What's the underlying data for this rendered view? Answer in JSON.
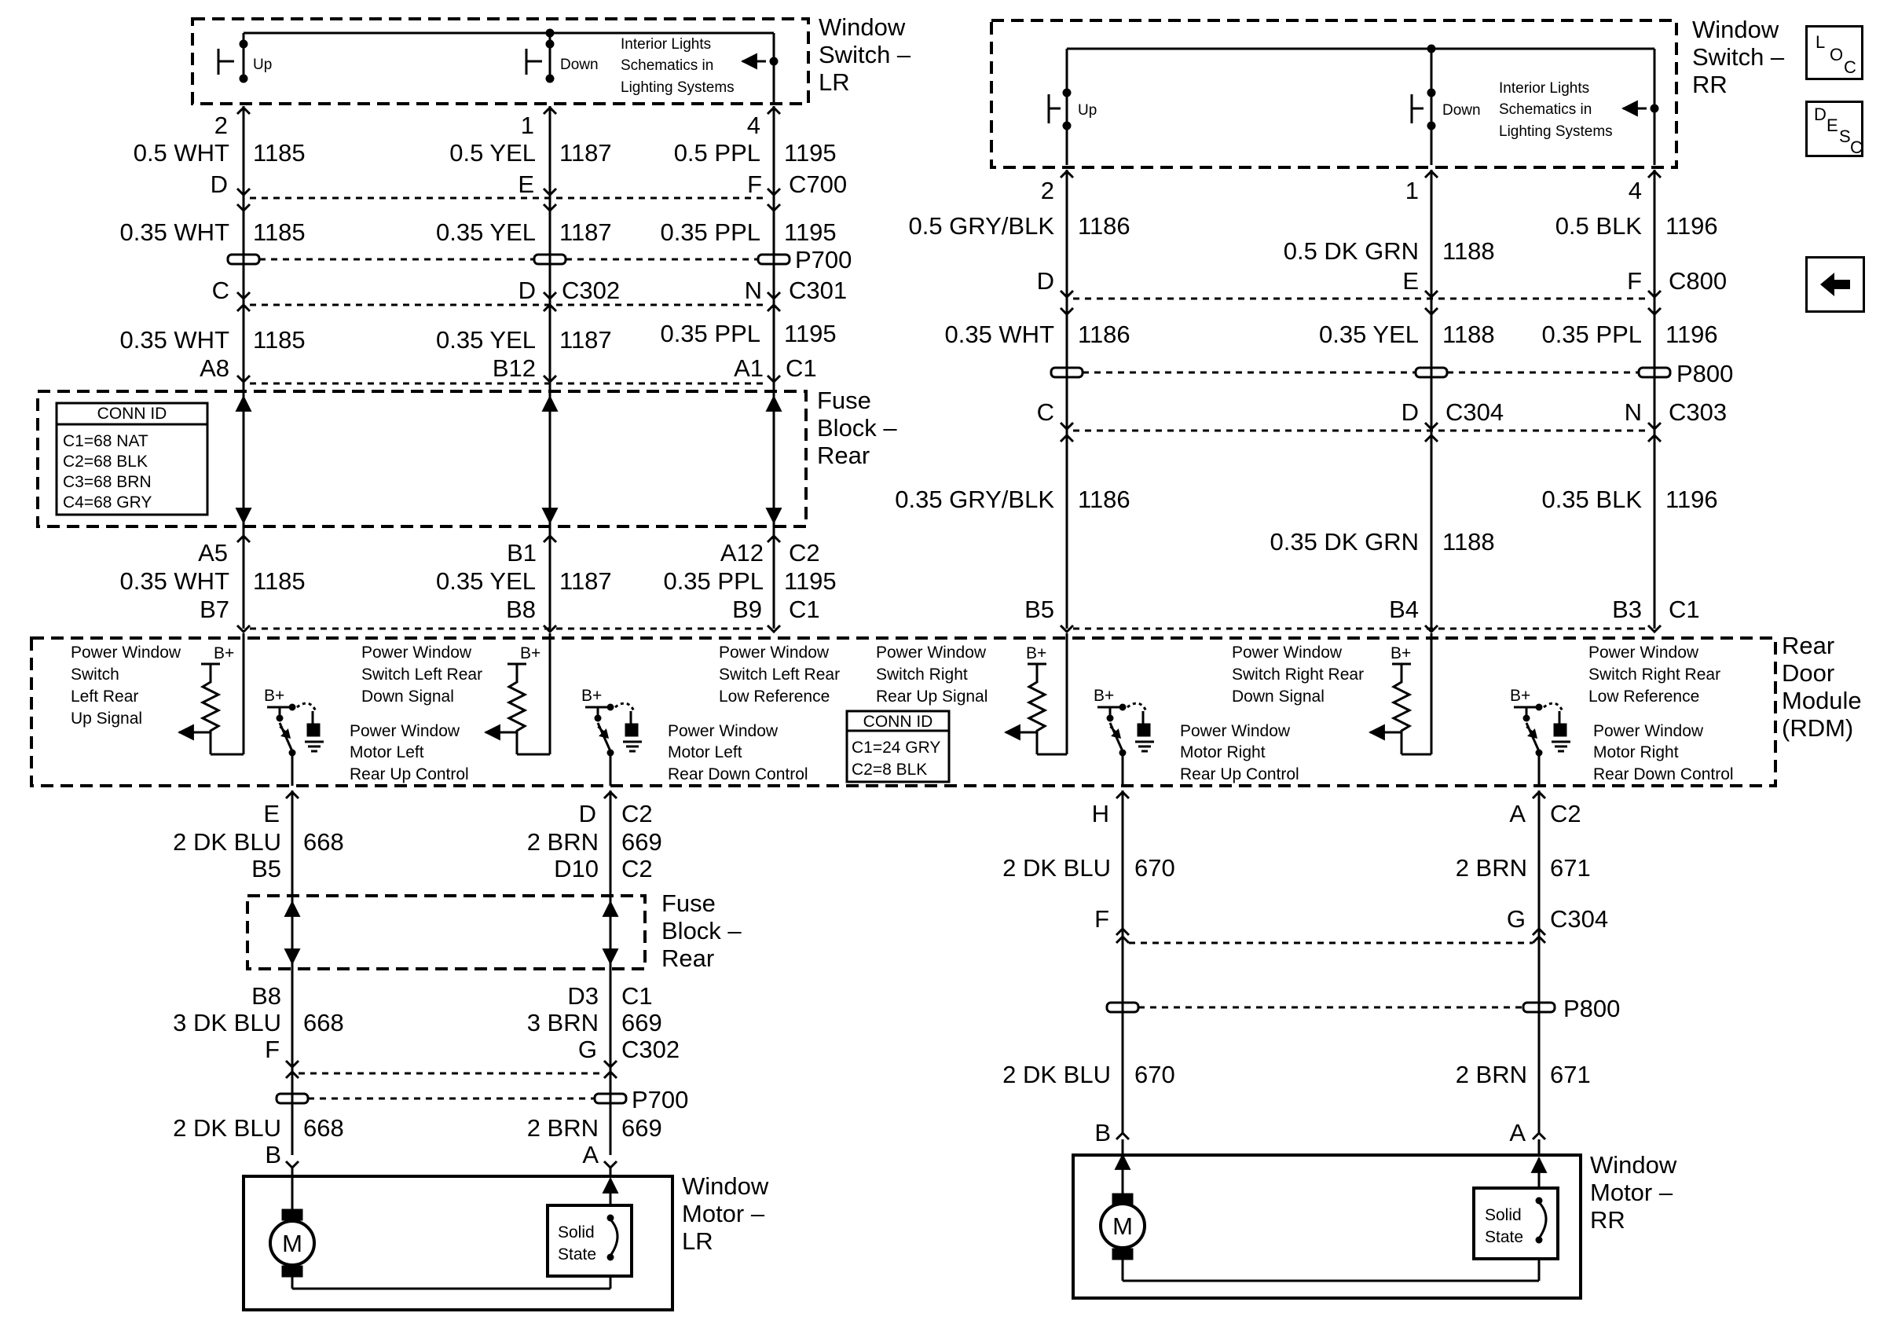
{
  "nav": {
    "loc": [
      "L",
      "O",
      "C"
    ],
    "desc": [
      "D",
      "E",
      "S",
      "C"
    ],
    "back_icon": "back-arrow-icon"
  },
  "lr": {
    "switch": {
      "name": [
        "Window",
        "Switch –",
        "LR"
      ],
      "up": "Up",
      "down": "Down",
      "note": [
        "Interior Lights",
        "Schematics in",
        "Lighting Systems"
      ]
    },
    "row1": {
      "pins": [
        "2",
        "1",
        "4"
      ],
      "wires": [
        "0.5 WHT",
        "0.5 YEL",
        "0.5 PPL"
      ],
      "circuits": [
        "1185",
        "1187",
        "1195"
      ]
    },
    "row2": {
      "pins": [
        "D",
        "E",
        "F"
      ],
      "connector": "C700"
    },
    "row3": {
      "wires": [
        "0.35 WHT",
        "0.35 YEL",
        "0.35 PPL"
      ],
      "circuits": [
        "1185",
        "1187",
        "1195"
      ],
      "splice": "P700"
    },
    "row4": {
      "pins": [
        "C",
        "D",
        "N"
      ],
      "connectors": [
        "C302",
        "C301"
      ]
    },
    "row5": {
      "wires": [
        "0.35 WHT",
        "0.35 YEL",
        "0.35 PPL"
      ],
      "circuits": [
        "1185",
        "1187",
        "1195"
      ]
    },
    "row6": {
      "pins": [
        "A8",
        "B12",
        "A1"
      ],
      "connector": "C1"
    },
    "fuse_block": {
      "name": [
        "Fuse",
        "Block –",
        "Rear"
      ]
    },
    "conn_id": {
      "title": "CONN ID",
      "lines": [
        "C1=68 NAT",
        "C2=68 BLK",
        "C3=68 BRN",
        "C4=68 GRY"
      ]
    },
    "row7": {
      "pins": [
        "A5",
        "B1",
        "A12"
      ],
      "connector": "C2"
    },
    "row8": {
      "wires": [
        "0.35 WHT",
        "0.35 YEL",
        "0.35 PPL"
      ],
      "circuits": [
        "1185",
        "1187",
        "1195"
      ]
    },
    "row9": {
      "pins": [
        "B7",
        "B8",
        "B9"
      ],
      "connector": "C1"
    }
  },
  "rr": {
    "switch": {
      "name": [
        "Window",
        "Switch –",
        "RR"
      ],
      "up": "Up",
      "down": "Down",
      "note": [
        "Interior Lights",
        "Schematics in",
        "Lighting Systems"
      ]
    },
    "row1": {
      "pins": [
        "2",
        "1",
        "4"
      ],
      "wires": [
        "0.5 GRY/BLK",
        "0.5 DK GRN",
        "0.5 BLK"
      ],
      "circuits": [
        "1186",
        "1188",
        "1196"
      ]
    },
    "row2": {
      "pins": [
        "D",
        "E",
        "F"
      ],
      "connector": "C800"
    },
    "row3": {
      "wires": [
        "0.35 WHT",
        "0.35 YEL",
        "0.35 PPL"
      ],
      "circuits": [
        "1186",
        "1188",
        "1196"
      ],
      "splice": "P800"
    },
    "row4": {
      "pins": [
        "C",
        "D",
        "N"
      ],
      "connectors": [
        "C304",
        "C303"
      ]
    },
    "row5": {
      "wires": [
        "0.35 GRY/BLK",
        "0.35 DK GRN",
        "0.35 BLK"
      ],
      "circuits": [
        "1186",
        "1188",
        "1196"
      ]
    },
    "row6": {
      "pins": [
        "B5",
        "B4",
        "B3"
      ],
      "connector": "C1"
    }
  },
  "rdm": {
    "name": [
      "Rear",
      "Door",
      "Module",
      "(RDM)"
    ],
    "bplus": "B+",
    "labels": {
      "lr_up_signal": [
        "Power Window",
        "Switch",
        "Left Rear",
        "Up Signal"
      ],
      "lr_down_signal": [
        "Power Window",
        "Switch Left Rear",
        "Down Signal"
      ],
      "left_low_ref": [
        "Power Window",
        "Switch Left Rear",
        "Low Reference"
      ],
      "rr_up_signal": [
        "Power Window",
        "Switch Right",
        "Rear Up Signal"
      ],
      "rr_down_signal": [
        "Power Window",
        "Switch Right Rear",
        "Down Signal"
      ],
      "right_low_ref": [
        "Power Window",
        "Switch Right Rear",
        "Low Reference"
      ],
      "motor_left_up": [
        "Power Window",
        "Motor Left",
        "Rear Up Control"
      ],
      "motor_left_down": [
        "Power Window",
        "Motor Left",
        "Rear Down Control"
      ],
      "motor_right_up": [
        "Power Window",
        "Motor Right",
        "Rear Up Control"
      ],
      "motor_right_down": [
        "Power Window",
        "Motor Right",
        "Rear Down Control"
      ]
    },
    "conn_id": {
      "title": "CONN ID",
      "lines": [
        "C1=24 GRY",
        "C2=8 BLK"
      ]
    }
  },
  "lr_motor": {
    "row1": {
      "pins": [
        "E",
        "D"
      ],
      "connector": "C2"
    },
    "row2": {
      "wires": [
        "2 DK BLU",
        "2 BRN"
      ],
      "circuits": [
        "668",
        "669"
      ]
    },
    "row3": {
      "pins": [
        "B5",
        "D10"
      ],
      "connector": "C2"
    },
    "fuse_block": {
      "name": [
        "Fuse",
        "Block –",
        "Rear"
      ]
    },
    "row4": {
      "pins": [
        "B8",
        "D3"
      ],
      "connector": "C1"
    },
    "row5": {
      "wires": [
        "3 DK BLU",
        "3 BRN"
      ],
      "circuits": [
        "668",
        "669"
      ]
    },
    "row6": {
      "pins": [
        "F",
        "G"
      ],
      "connector": "C302"
    },
    "row7": {
      "splice": "P700"
    },
    "row8": {
      "wires": [
        "2 DK BLU",
        "2 BRN"
      ],
      "circuits": [
        "668",
        "669"
      ]
    },
    "row9": {
      "pins": [
        "B",
        "A"
      ]
    },
    "motor": {
      "name": [
        "Window",
        "Motor –",
        "LR"
      ],
      "m": "M",
      "solid_state": [
        "Solid",
        "State"
      ]
    }
  },
  "rr_motor": {
    "row1": {
      "pins": [
        "H",
        "A"
      ],
      "connector": "C2"
    },
    "row2": {
      "wires": [
        "2 DK BLU",
        "2 BRN"
      ],
      "circuits": [
        "670",
        "671"
      ]
    },
    "row3": {
      "pins": [
        "F",
        "G"
      ],
      "connector": "C304"
    },
    "row4": {
      "splice": "P800"
    },
    "row5": {
      "wires": [
        "2 DK BLU",
        "2 BRN"
      ],
      "circuits": [
        "670",
        "671"
      ]
    },
    "row6": {
      "pins": [
        "B",
        "A"
      ]
    },
    "motor": {
      "name": [
        "Window",
        "Motor –",
        "RR"
      ],
      "m": "M",
      "solid_state": [
        "Solid",
        "State"
      ]
    }
  }
}
